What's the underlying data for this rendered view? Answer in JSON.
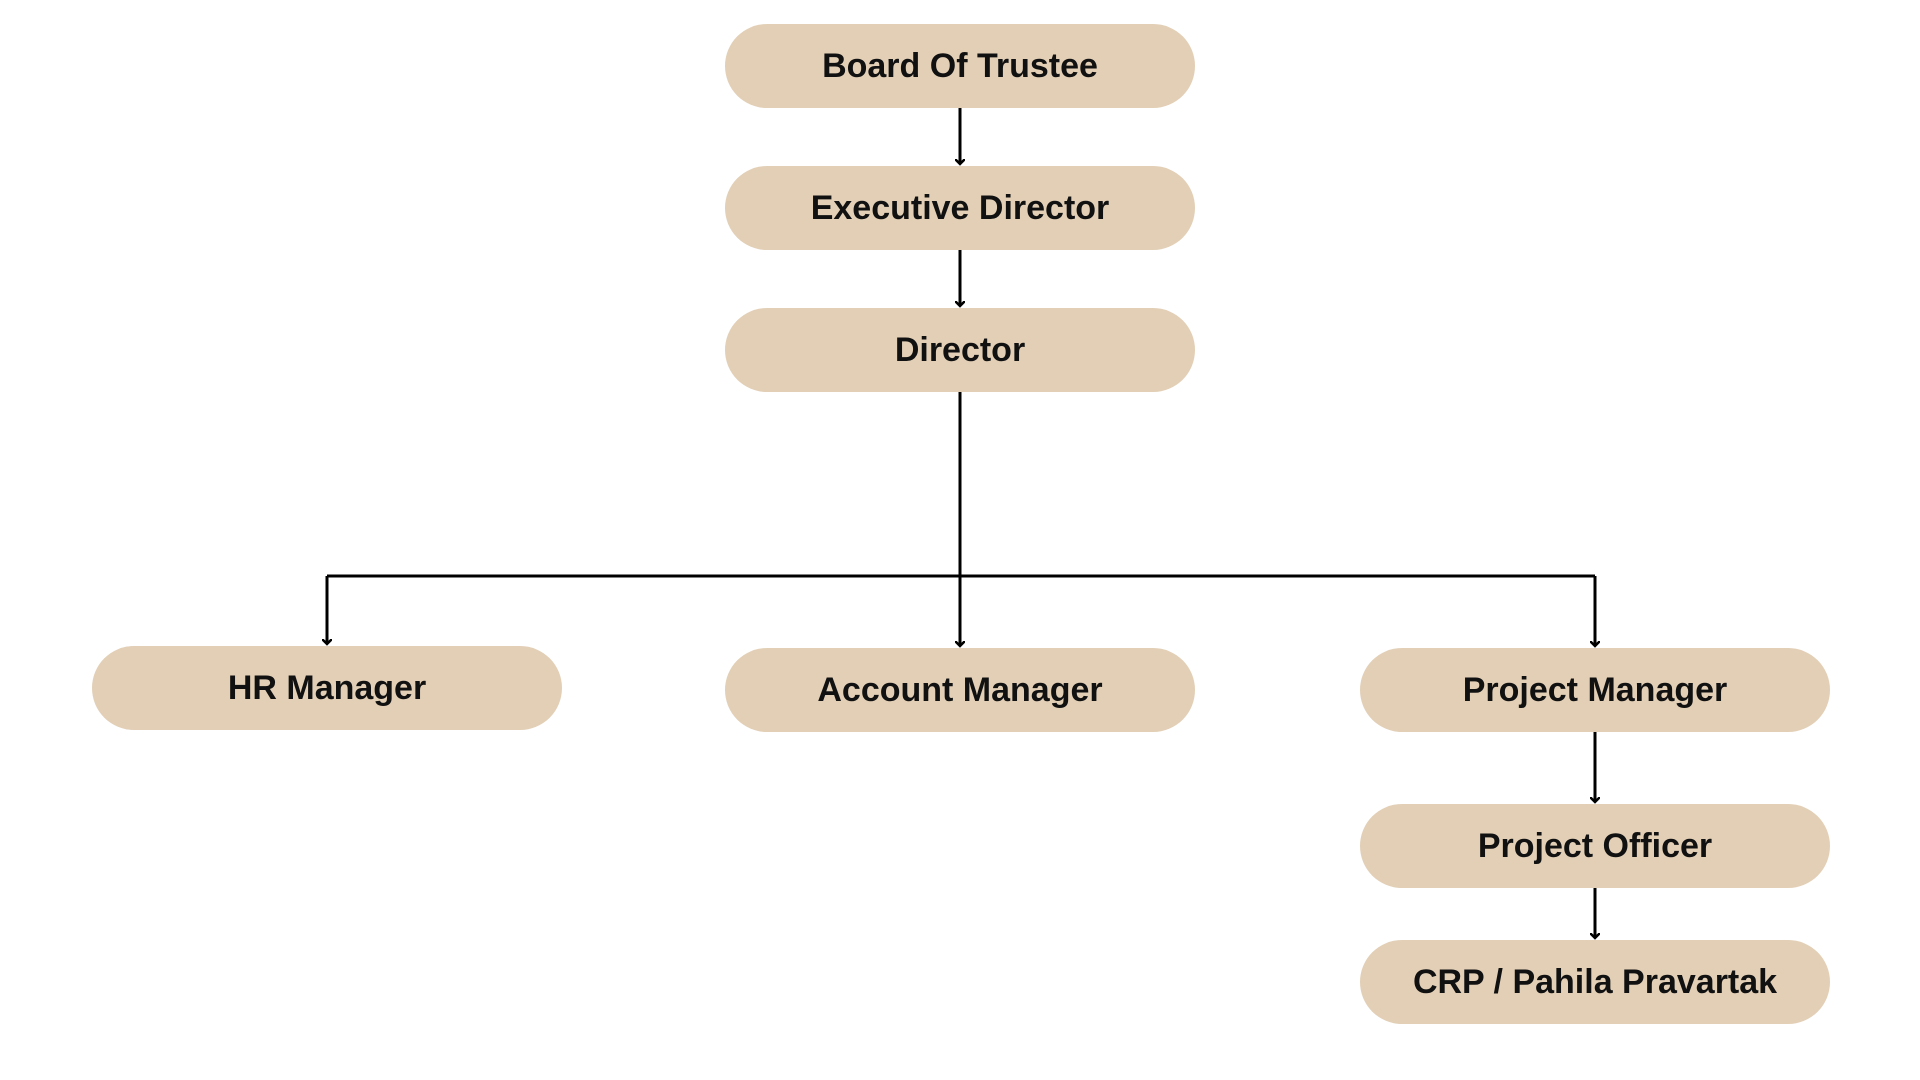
{
  "org_chart": {
    "nodes": {
      "board": "Board Of Trustee",
      "executive_director": "Executive Director",
      "director": "Director",
      "hr_manager": "HR Manager",
      "account_manager": "Account Manager",
      "project_manager": "Project Manager",
      "project_officer": "Project Officer",
      "crp": "CRP / Pahila Pravartak"
    },
    "edges": [
      [
        "board",
        "executive_director"
      ],
      [
        "executive_director",
        "director"
      ],
      [
        "director",
        "hr_manager"
      ],
      [
        "director",
        "account_manager"
      ],
      [
        "director",
        "project_manager"
      ],
      [
        "project_manager",
        "project_officer"
      ],
      [
        "project_officer",
        "crp"
      ]
    ],
    "colors": {
      "node_fill": "#e2cfb6",
      "text": "#111111",
      "connector": "#000000"
    }
  }
}
